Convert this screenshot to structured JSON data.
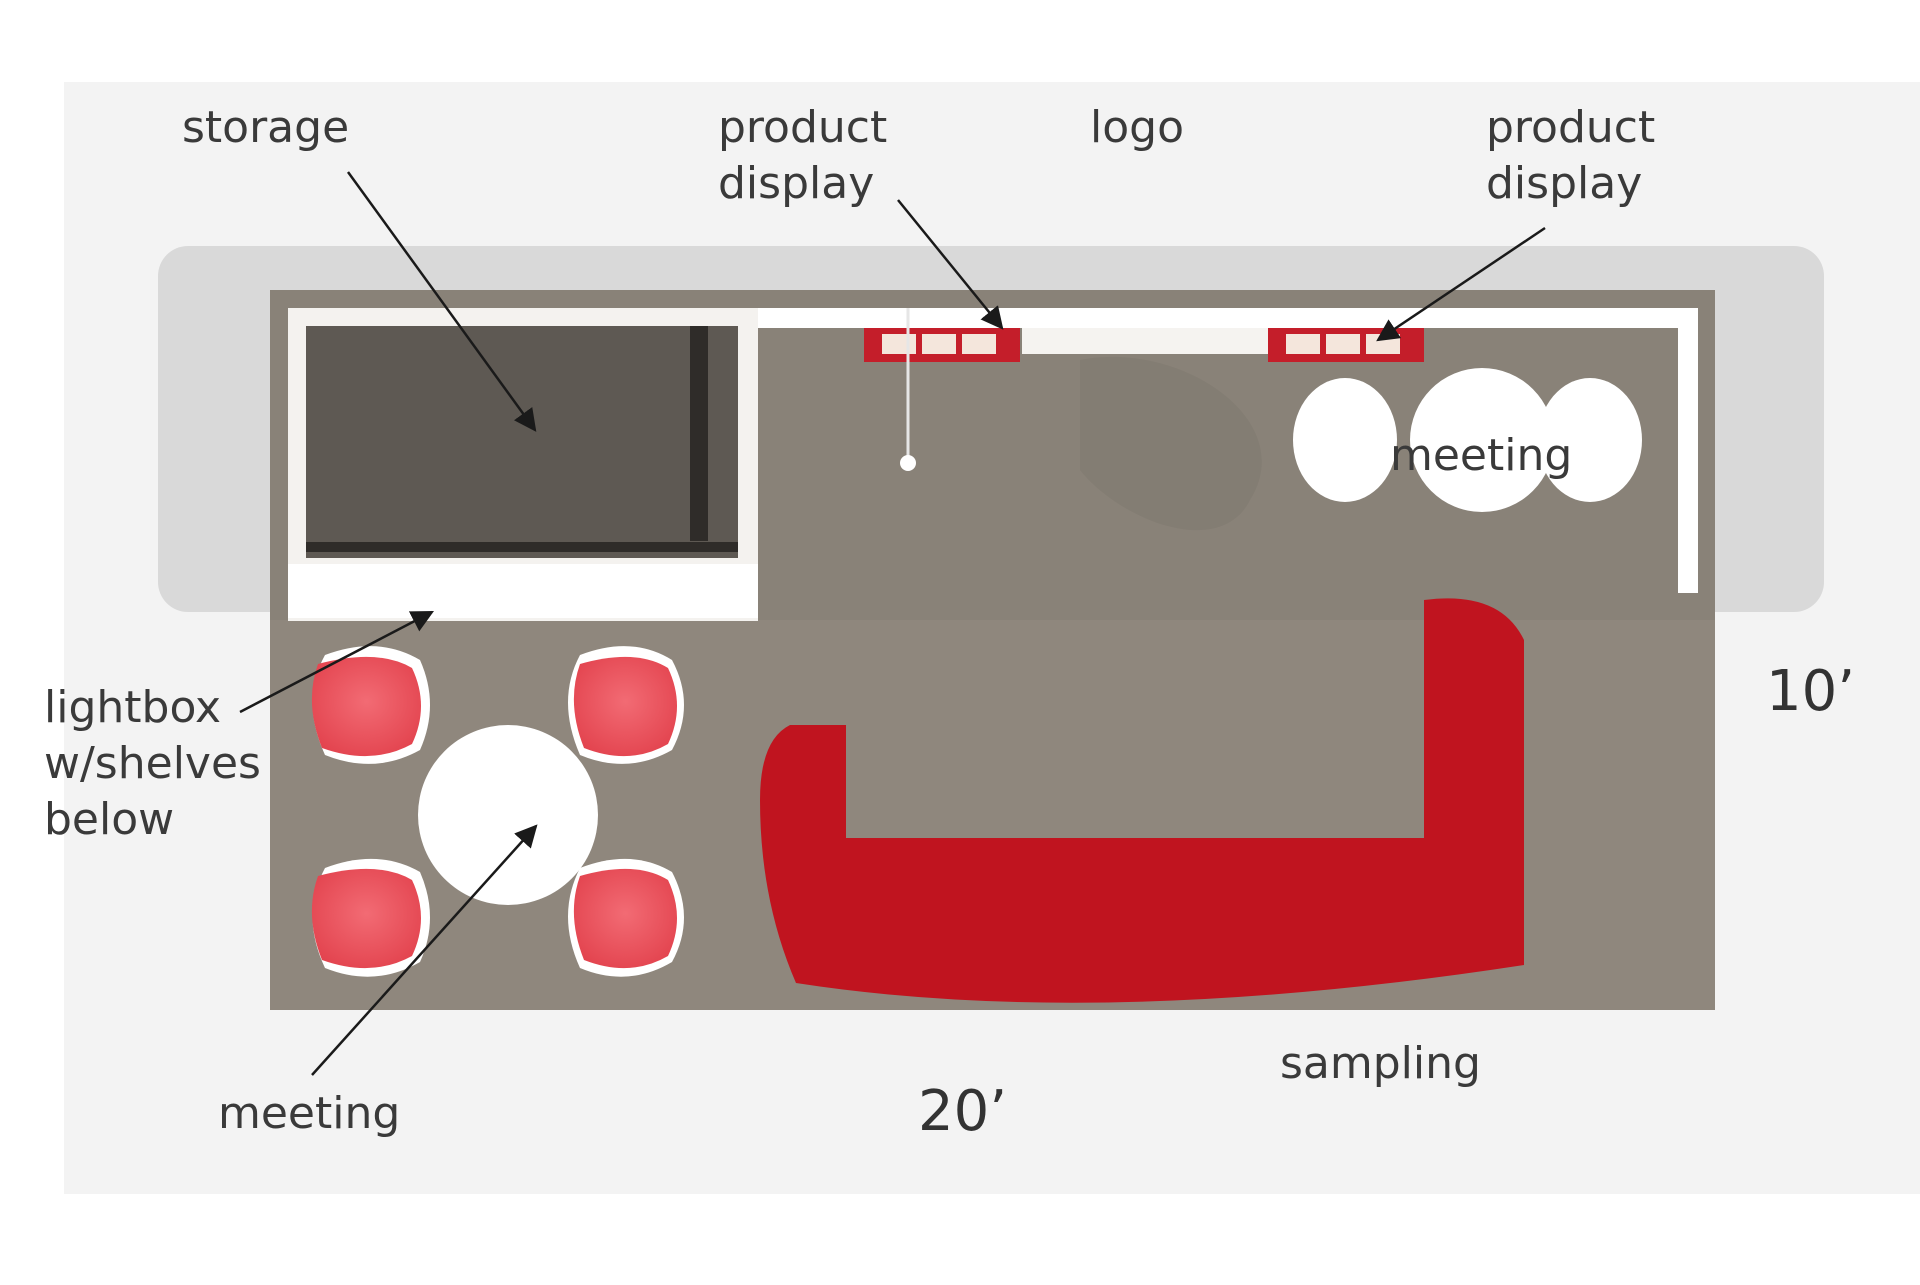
{
  "labels": {
    "storage": "storage",
    "product_display_left": "product\ndisplay",
    "logo": "logo",
    "product_display_right": "product\ndisplay",
    "meeting_top": "meeting",
    "lightbox": "lightbox\nw/shelves\nbelow",
    "dim_depth": "10’",
    "dim_width": "20’",
    "sampling": "sampling",
    "meeting_bottom": "meeting"
  },
  "colors": {
    "floor": "#8f877d",
    "counter_red": "#c0141f",
    "display_red": "#c41e2a",
    "chair_pink": "#ef5a64",
    "white": "#ffffff",
    "storage_dark": "#5e5953",
    "label_text": "#3a3a3a"
  }
}
